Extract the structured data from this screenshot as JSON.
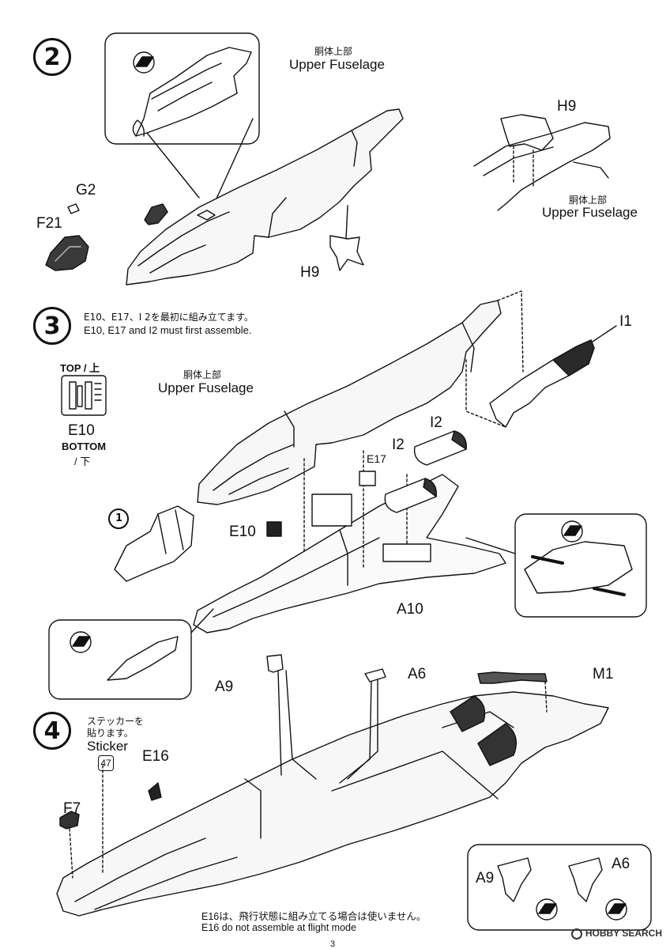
{
  "steps": [
    {
      "number": "2"
    },
    {
      "number": "3",
      "note_ja": "E10、E17、I 2を最初に組み立てます。",
      "note_en": "E10, E17 and I2 must first assemble."
    },
    {
      "number": "4"
    }
  ],
  "step2": {
    "upper_fuselage_ja": "胴体上部",
    "upper_fuselage_en": "Upper Fuselage",
    "upper_fuselage_ja_2": "胴体上部",
    "upper_fuselage_en_2": "Upper Fuselage",
    "parts": {
      "g2": "G2",
      "f21": "F21",
      "h9_a": "H9",
      "h9_b": "H9"
    }
  },
  "step3": {
    "top_label": "TOP / 上",
    "part_e10_ref": "E10",
    "bottom_label": "BOTTOM",
    "bottom_ja": "/ 下",
    "upper_fuselage_ja": "胴体上部",
    "upper_fuselage_en": "Upper Fuselage",
    "sub_step": "1",
    "parts": {
      "i1": "I1",
      "i2_a": "I2",
      "i2_b": "I2",
      "e17": "E17",
      "e10": "E10",
      "a10": "A10"
    }
  },
  "step4": {
    "sticker_ja_line1": "ステッカーを",
    "sticker_ja_line2": "貼ります。",
    "sticker_en": "Sticker",
    "sticker_number": "47",
    "parts": {
      "a9": "A9",
      "a6": "A6",
      "m1": "M1",
      "e16": "E16",
      "f7": "F7",
      "a9_detail": "A9",
      "a6_detail": "A6"
    },
    "note_ja": "E16は、飛行状態に組み立てる場合は使いません。",
    "note_en": "E16 do not assemble at flight mode"
  },
  "page_number": "3",
  "watermark": "HOBBY SEARCH"
}
